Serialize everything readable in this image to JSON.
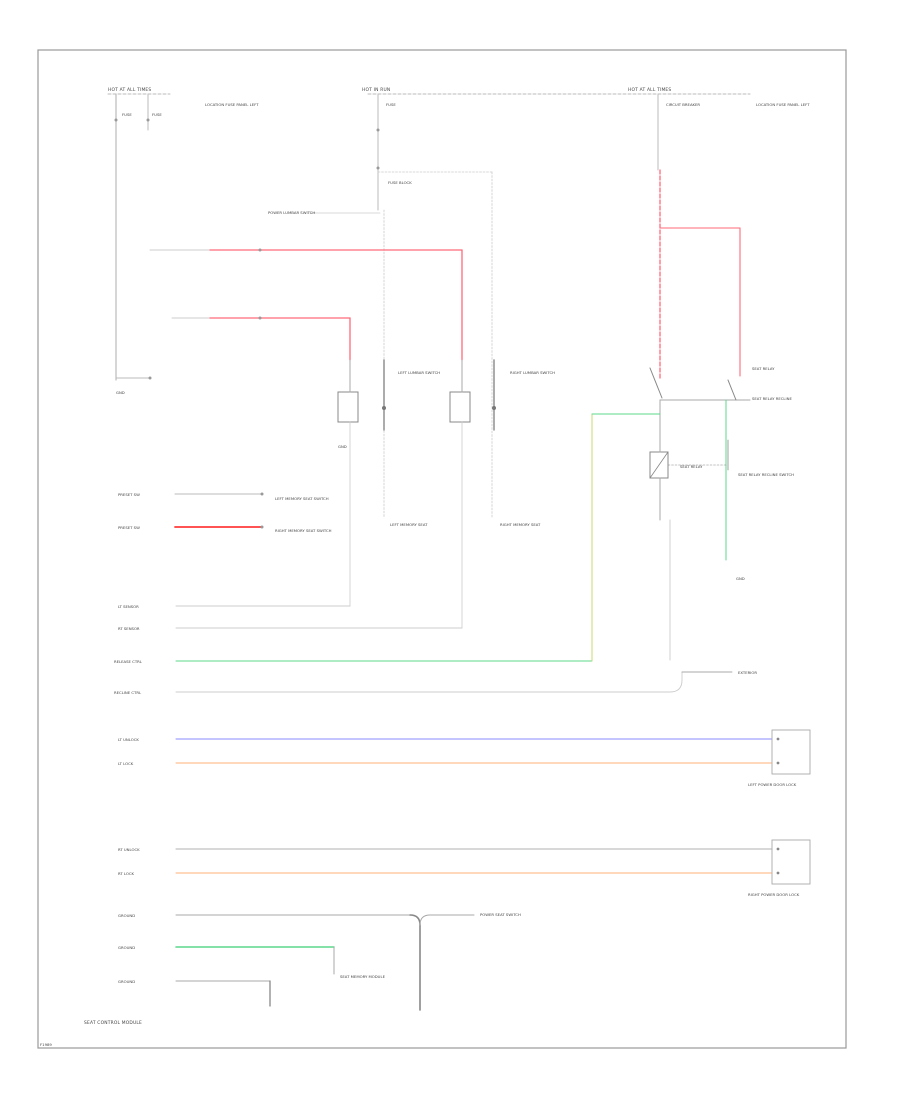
{
  "labels": {
    "hot_at_all_times_left": "HOT AT ALL TIMES",
    "fuse_left_a": "FUSE",
    "fuse_left_b": "FUSE",
    "fuse_left_location": "LOCATION FUSE PANEL LEFT",
    "hot_in_run": "HOT IN RUN",
    "fuse_center": "FUSE",
    "hot_at_all_times_right": "HOT AT ALL TIMES",
    "circuit_breaker": "CIRCUIT BREAKER",
    "right_location": "LOCATION FUSE PANEL LEFT",
    "power_lumbar_switch": "POWER LUMBAR SWITCH",
    "fuse_block": "FUSE BLOCK",
    "left_lumbar_switch": "LEFT LUMBAR SWITCH",
    "right_lumbar_switch": "RIGHT LUMBAR SWITCH",
    "seat_relay_1": "SEAT RELAY",
    "seat_relay_1_desc": "SEAT RELAY RECLINE",
    "seat_relay_2": "SEAT RELAY",
    "seat_relay_2_desc": "SEAT RELAY RECLINE SWITCH",
    "memory_seat_left": "LEFT MEMORY SEAT",
    "memory_seat_right": "RIGHT MEMORY SEAT",
    "gnd_1": "GND",
    "gnd_2": "GND",
    "gnd_3": "GND",
    "preset_1": "PRESET SW",
    "preset_2": "PRESET SW",
    "preset_1_desc": "LEFT MEMORY SEAT SWITCH",
    "preset_2_desc": "RIGHT MEMORY SEAT SWITCH",
    "lt_sensor": "LT SENSOR",
    "rt_sensor": "RT SENSOR",
    "release_ctrl": "RELEASE CTRL",
    "recline_ctrl": "RECLINE CTRL",
    "exterior": "EXTERIOR",
    "lt_unlock": "LT UNLOCK",
    "lt_lock": "LT LOCK",
    "left_power_door_lock": "LEFT POWER DOOR LOCK",
    "rt_unlock": "RT UNLOCK",
    "rt_lock": "RT LOCK",
    "right_power_door_lock": "RIGHT POWER DOOR LOCK",
    "ground_1": "GROUND",
    "ground_2": "GROUND",
    "ground_3": "GROUND",
    "power_seat_switch": "POWER SEAT SWITCH",
    "seat_memory_module": "SEAT MEMORY MODULE",
    "seat_control_module": "SEAT CONTROL MODULE",
    "page_code": "F1989"
  },
  "colors": {
    "frame": "#9a9a9a",
    "wire": "#b8b8b8",
    "red": "#ff6a7a",
    "green": "#5cd88c",
    "blue": "#8a8aff",
    "orange": "#ffb07a",
    "gray": "#b0b0b0",
    "text": "#444444"
  }
}
